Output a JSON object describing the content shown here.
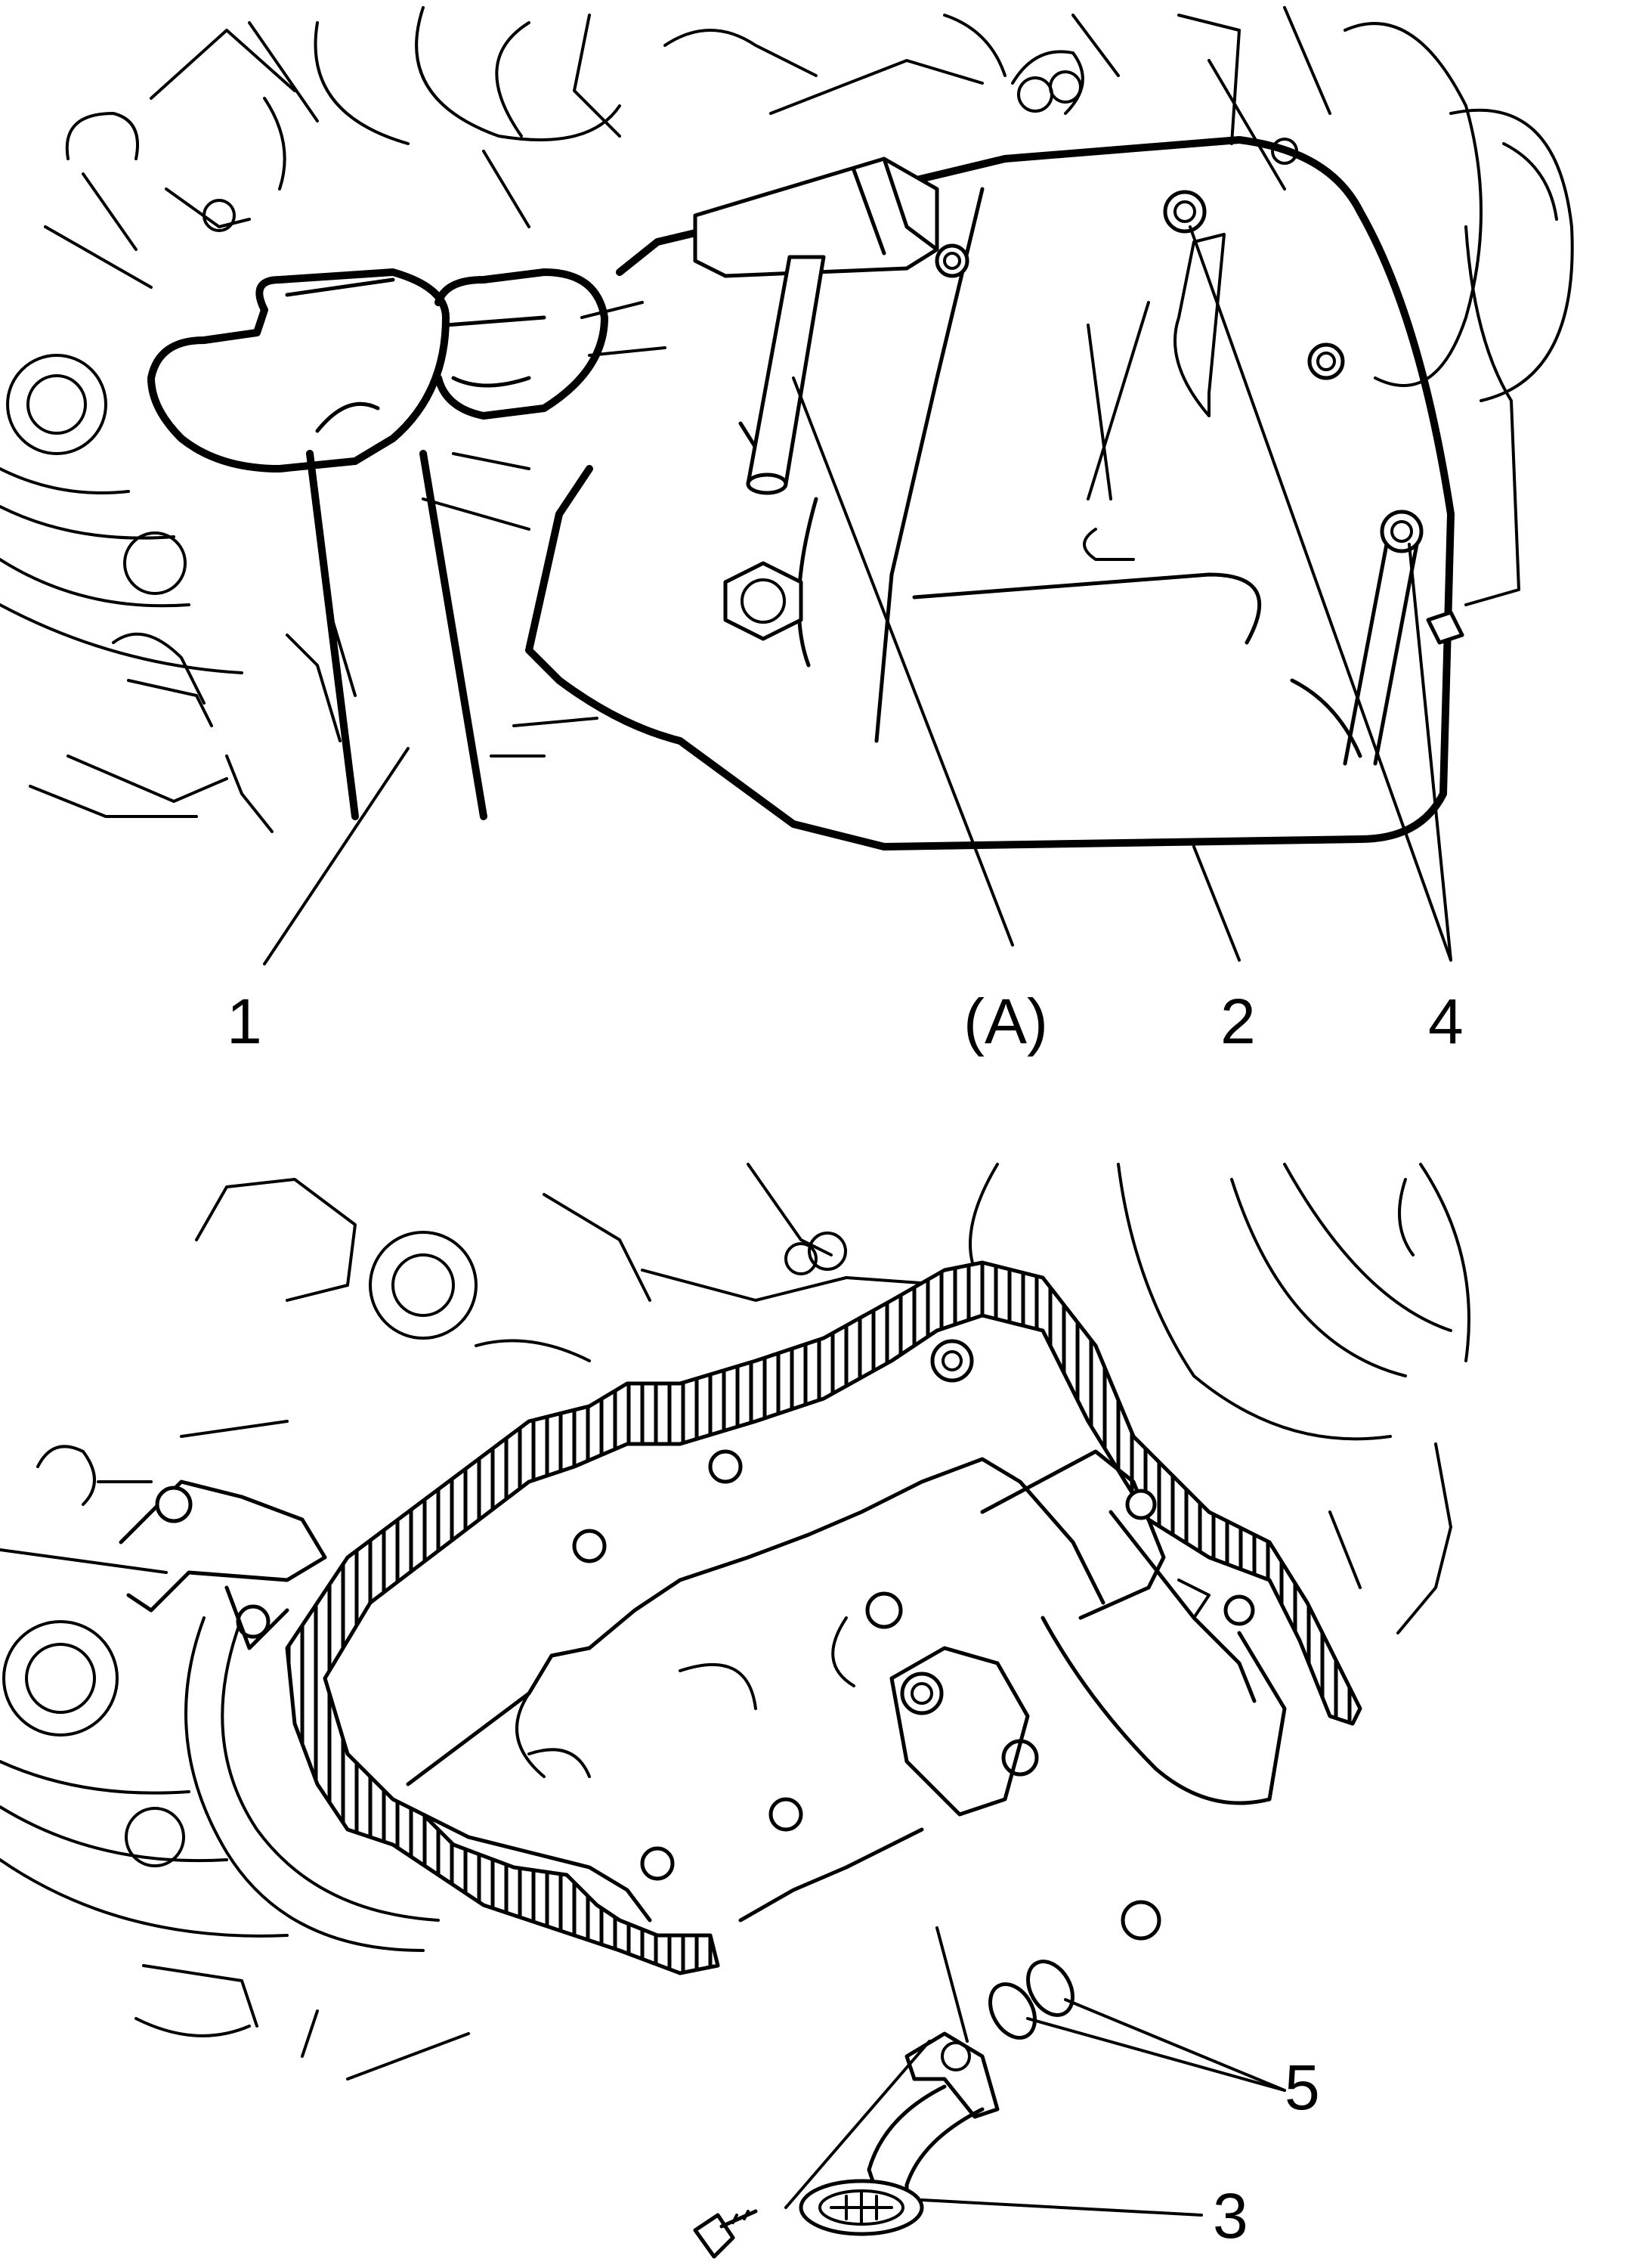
{
  "callouts": {
    "label_1": "1",
    "label_a": "(A)",
    "label_2": "2",
    "label_4": "4",
    "label_5": "5",
    "label_3": "3"
  }
}
